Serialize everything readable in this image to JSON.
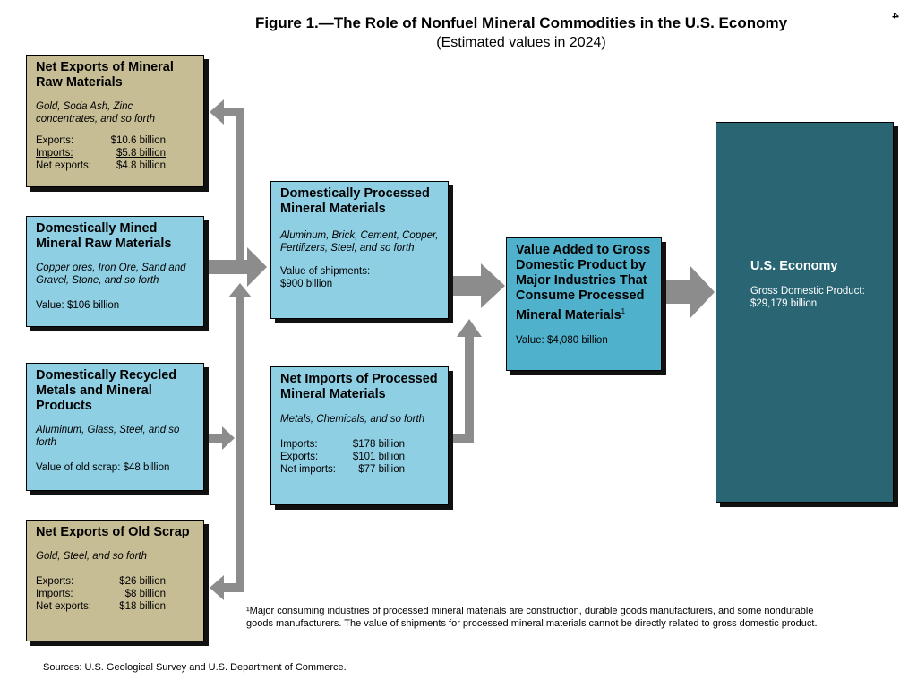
{
  "figure": {
    "title": "Figure 1.—The Role of Nonfuel Mineral Commodities in the U.S. Economy",
    "subtitle": "(Estimated values in 2024)",
    "page_number": "4"
  },
  "boxes": {
    "net_exports_raw": {
      "heading": "Net Exports of Mineral Raw Materials",
      "examples": "Gold, Soda Ash, Zinc concentrates, and so forth",
      "rows": [
        {
          "label": "Exports:",
          "value": "$10.6 billion"
        },
        {
          "label": "Imports:",
          "value": "$5.8 billion"
        },
        {
          "label": "Net exports:",
          "value": "$4.8 billion"
        }
      ]
    },
    "mined_raw": {
      "heading": "Domestically Mined Mineral Raw Materials",
      "examples": "Copper ores, Iron Ore, Sand and Gravel, Stone, and so forth",
      "value": "Value:  $106 billion"
    },
    "recycled": {
      "heading": "Domestically Recycled Metals and Mineral Products",
      "examples": "Aluminum, Glass, Steel, and so forth",
      "value": "Value of old scrap:  $48 billion"
    },
    "net_exports_scrap": {
      "heading": "Net Exports of Old Scrap",
      "examples": "Gold, Steel, and so forth",
      "rows": [
        {
          "label": "Exports:",
          "value": "$26 billion"
        },
        {
          "label": "Imports:",
          "value": "$8 billion"
        },
        {
          "label": "Net exports:",
          "value": "$18 billion"
        }
      ]
    },
    "processed": {
      "heading": "Domestically Processed Mineral Materials",
      "examples": "Aluminum, Brick, Cement, Copper, Fertilizers, Steel, and so forth",
      "value_label": "Value of shipments:",
      "value": "$900 billion"
    },
    "net_imports_processed": {
      "heading": "Net Imports of Processed Mineral Materials",
      "examples": "Metals, Chemicals, and so forth",
      "rows": [
        {
          "label": "Imports:",
          "value": "$178 billion"
        },
        {
          "label": "Exports:",
          "value": "$101 billion"
        },
        {
          "label": "Net imports:",
          "value": "$77 billion"
        }
      ]
    },
    "value_added": {
      "heading": "Value Added to Gross Domestic Product by Major Industries That Consume Processed Mineral Materials",
      "footnote_mark": "1",
      "value": "Value:  $4,080 billion"
    },
    "economy": {
      "heading": "U.S. Economy",
      "gdp_label": "Gross Domestic Product:",
      "gdp_value": "$29,179 billion"
    }
  },
  "footnote": "¹Major consuming industries of processed mineral materials are construction, durable goods manufacturers, and some nondurable goods manufacturers. The value of shipments for processed mineral materials cannot be directly related to gross domestic product.",
  "sources": "Sources: U.S. Geological Survey and U.S. Department of Commerce.",
  "colors": {
    "tan_box": "#c7bd95",
    "light_blue_box": "#8ecfe4",
    "mid_blue_box": "#4fb1cc",
    "dark_teal_box": "#296573",
    "arrow_gray": "#8c8c8c"
  }
}
